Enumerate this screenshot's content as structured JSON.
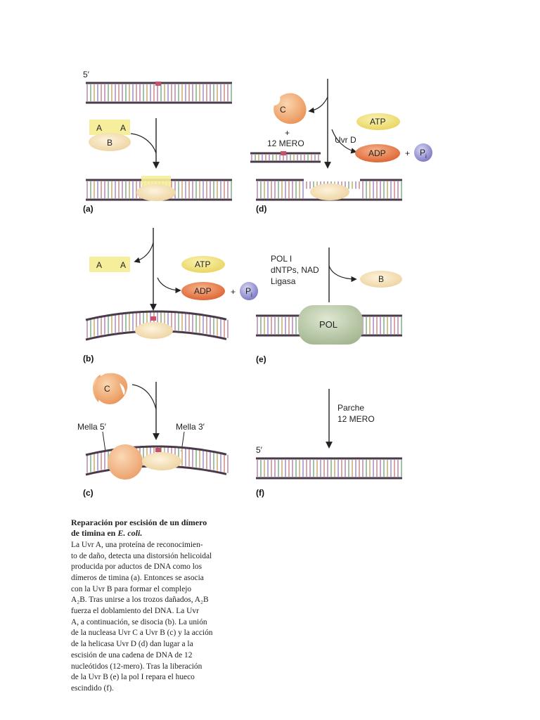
{
  "labels": {
    "five_prime": "5′",
    "panel_a": "(a)",
    "panel_b": "(b)",
    "panel_c": "(c)",
    "panel_d": "(d)",
    "panel_e": "(e)",
    "panel_f": "(f)",
    "uvr_a": "A",
    "uvr_b": "B",
    "uvr_c": "C",
    "atp": "ATP",
    "adp": "ADP",
    "plus": "+",
    "pi_p": "P",
    "pi_sub": "i",
    "mero12": "12 MERO",
    "uvrd": "Uvr D",
    "mella5": "Mella 5′",
    "mella3": "Mella 3′",
    "pol1": "POL I",
    "dntps": "dNTPs, NAD",
    "ligasa": "Ligasa",
    "pol": "POL",
    "parche": "Parche",
    "parche_mero": "12 MERO"
  },
  "caption": {
    "title_1": "Reparación por escisión de un dímero",
    "title_2_pre": "de timina en ",
    "title_2_em": "E. coli.",
    "lines": [
      "La Uvr A, una proteína de reconocimien-",
      "to de daño, detecta una distorsión helicoidal",
      "producida por aductos de DNA como los",
      "dímeros de timina (a). Entonces se asocia",
      "con la Uvr B para formar el complejo",
      "A₂B. Tras unirse a los trozos dañados, A₂B",
      "fuerza el doblamiento del DNA. La Uvr",
      "A, a continuación, se disocia (b). La unión",
      "de la nucleasa Uvr C a Uvr B (c) y la acción",
      "de la helicasa Uvr D (d) dan lugar a la",
      "escisión de una cadena de DNA de 12",
      "nucleótidos (12-mero). Tras la liberación",
      "de la Uvr B (e) la pol I repara el hueco",
      "escindido (f)."
    ]
  },
  "colors": {
    "backbone": "#4a3a4a",
    "rungs": "#c9b6c6",
    "lesion": "#c8506a",
    "uvr_a": "#f6ee9a",
    "uvr_b": "#f3dcb0",
    "uvr_c": "#eea56e",
    "atp": "#f3e27a",
    "adp": "#e2703c",
    "pi": "#9a98d6",
    "pol": "#b9c8a8"
  }
}
